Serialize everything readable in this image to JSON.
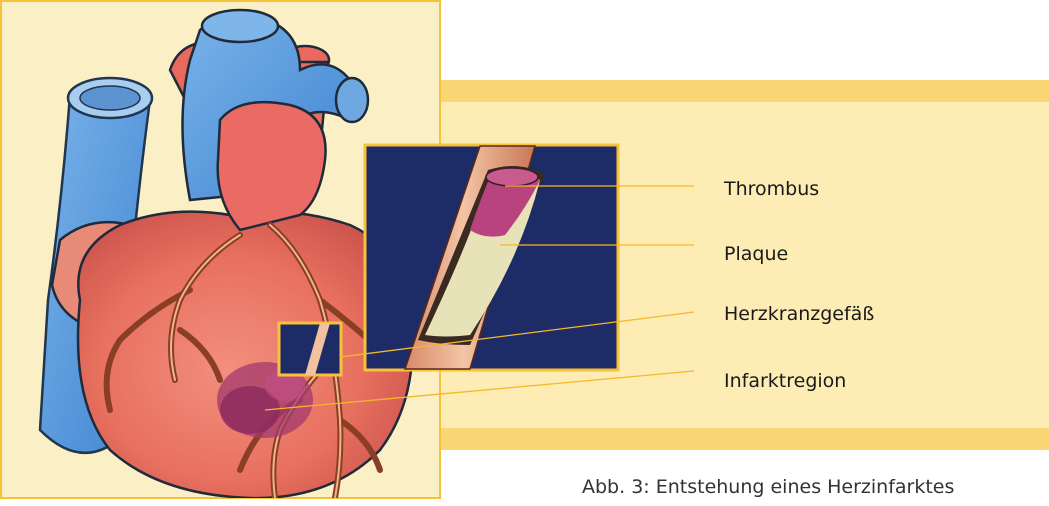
{
  "labels": {
    "thrombus": "Thrombus",
    "plaque": "Plaque",
    "coronary_vessel": "Herzkranzgefäß",
    "infarct_region": "Infarktregion"
  },
  "caption": "Abb. 3: Entstehung eines Herzinfarktes",
  "colors": {
    "frame": "#f7c23a",
    "panel_bg": "#fdecb4",
    "panel_band": "#f9d673",
    "inset_bg": "#1d2b66",
    "leader": "#f5b82a"
  }
}
